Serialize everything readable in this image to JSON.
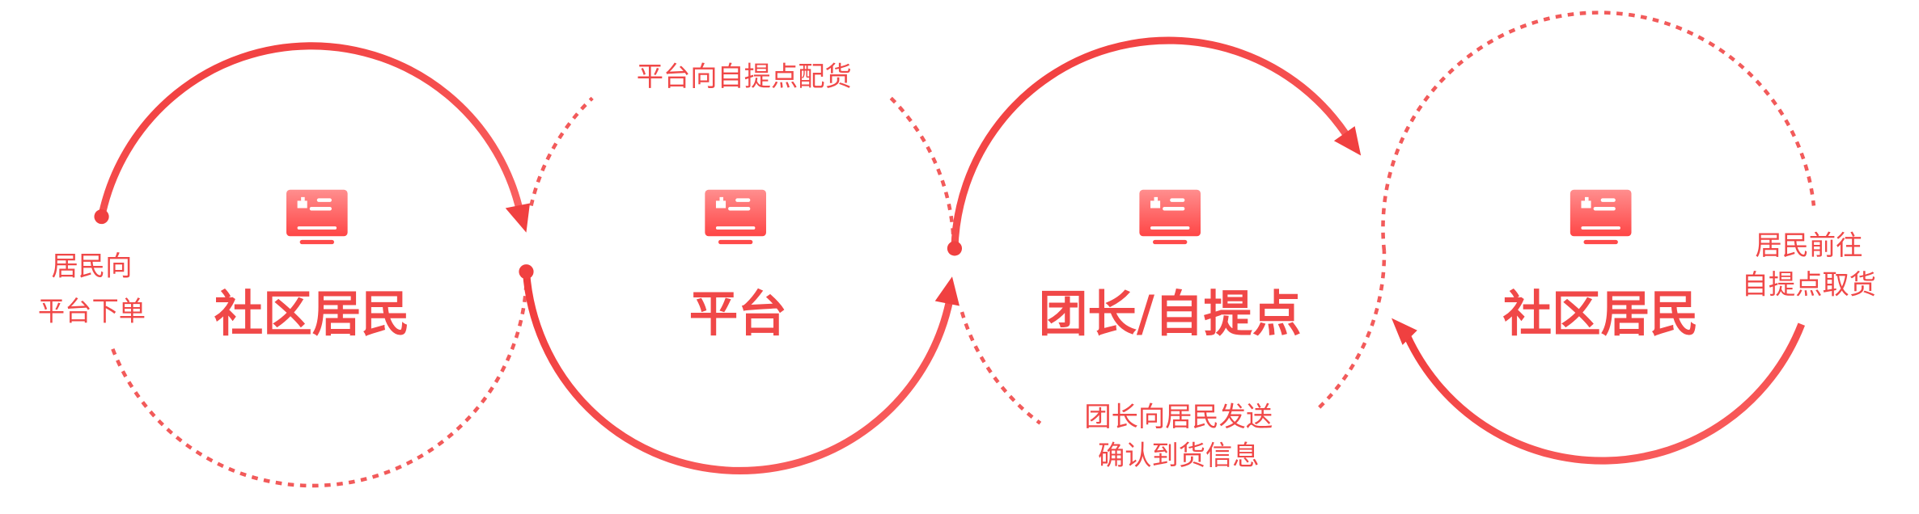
{
  "nodes": [
    {
      "label": "社区居民"
    },
    {
      "label": "平台"
    },
    {
      "label": "团长/自提点"
    },
    {
      "label": "社区居民"
    }
  ],
  "steps": {
    "resident_order": [
      "居民向",
      "平台下单"
    ],
    "platform_ship": "平台向自提点配货",
    "leader_notify": [
      "团长向居民发送",
      "确认到货信息"
    ],
    "resident_pickup": [
      "居民前往",
      "自提点取货"
    ]
  },
  "icons": [
    "card-icon",
    "card-icon",
    "card-icon",
    "card-icon"
  ],
  "colors": {
    "solid_start": "#f03a3a",
    "solid_end": "#fa6262",
    "dashed": "#f25a5a",
    "text": "#f04848"
  }
}
